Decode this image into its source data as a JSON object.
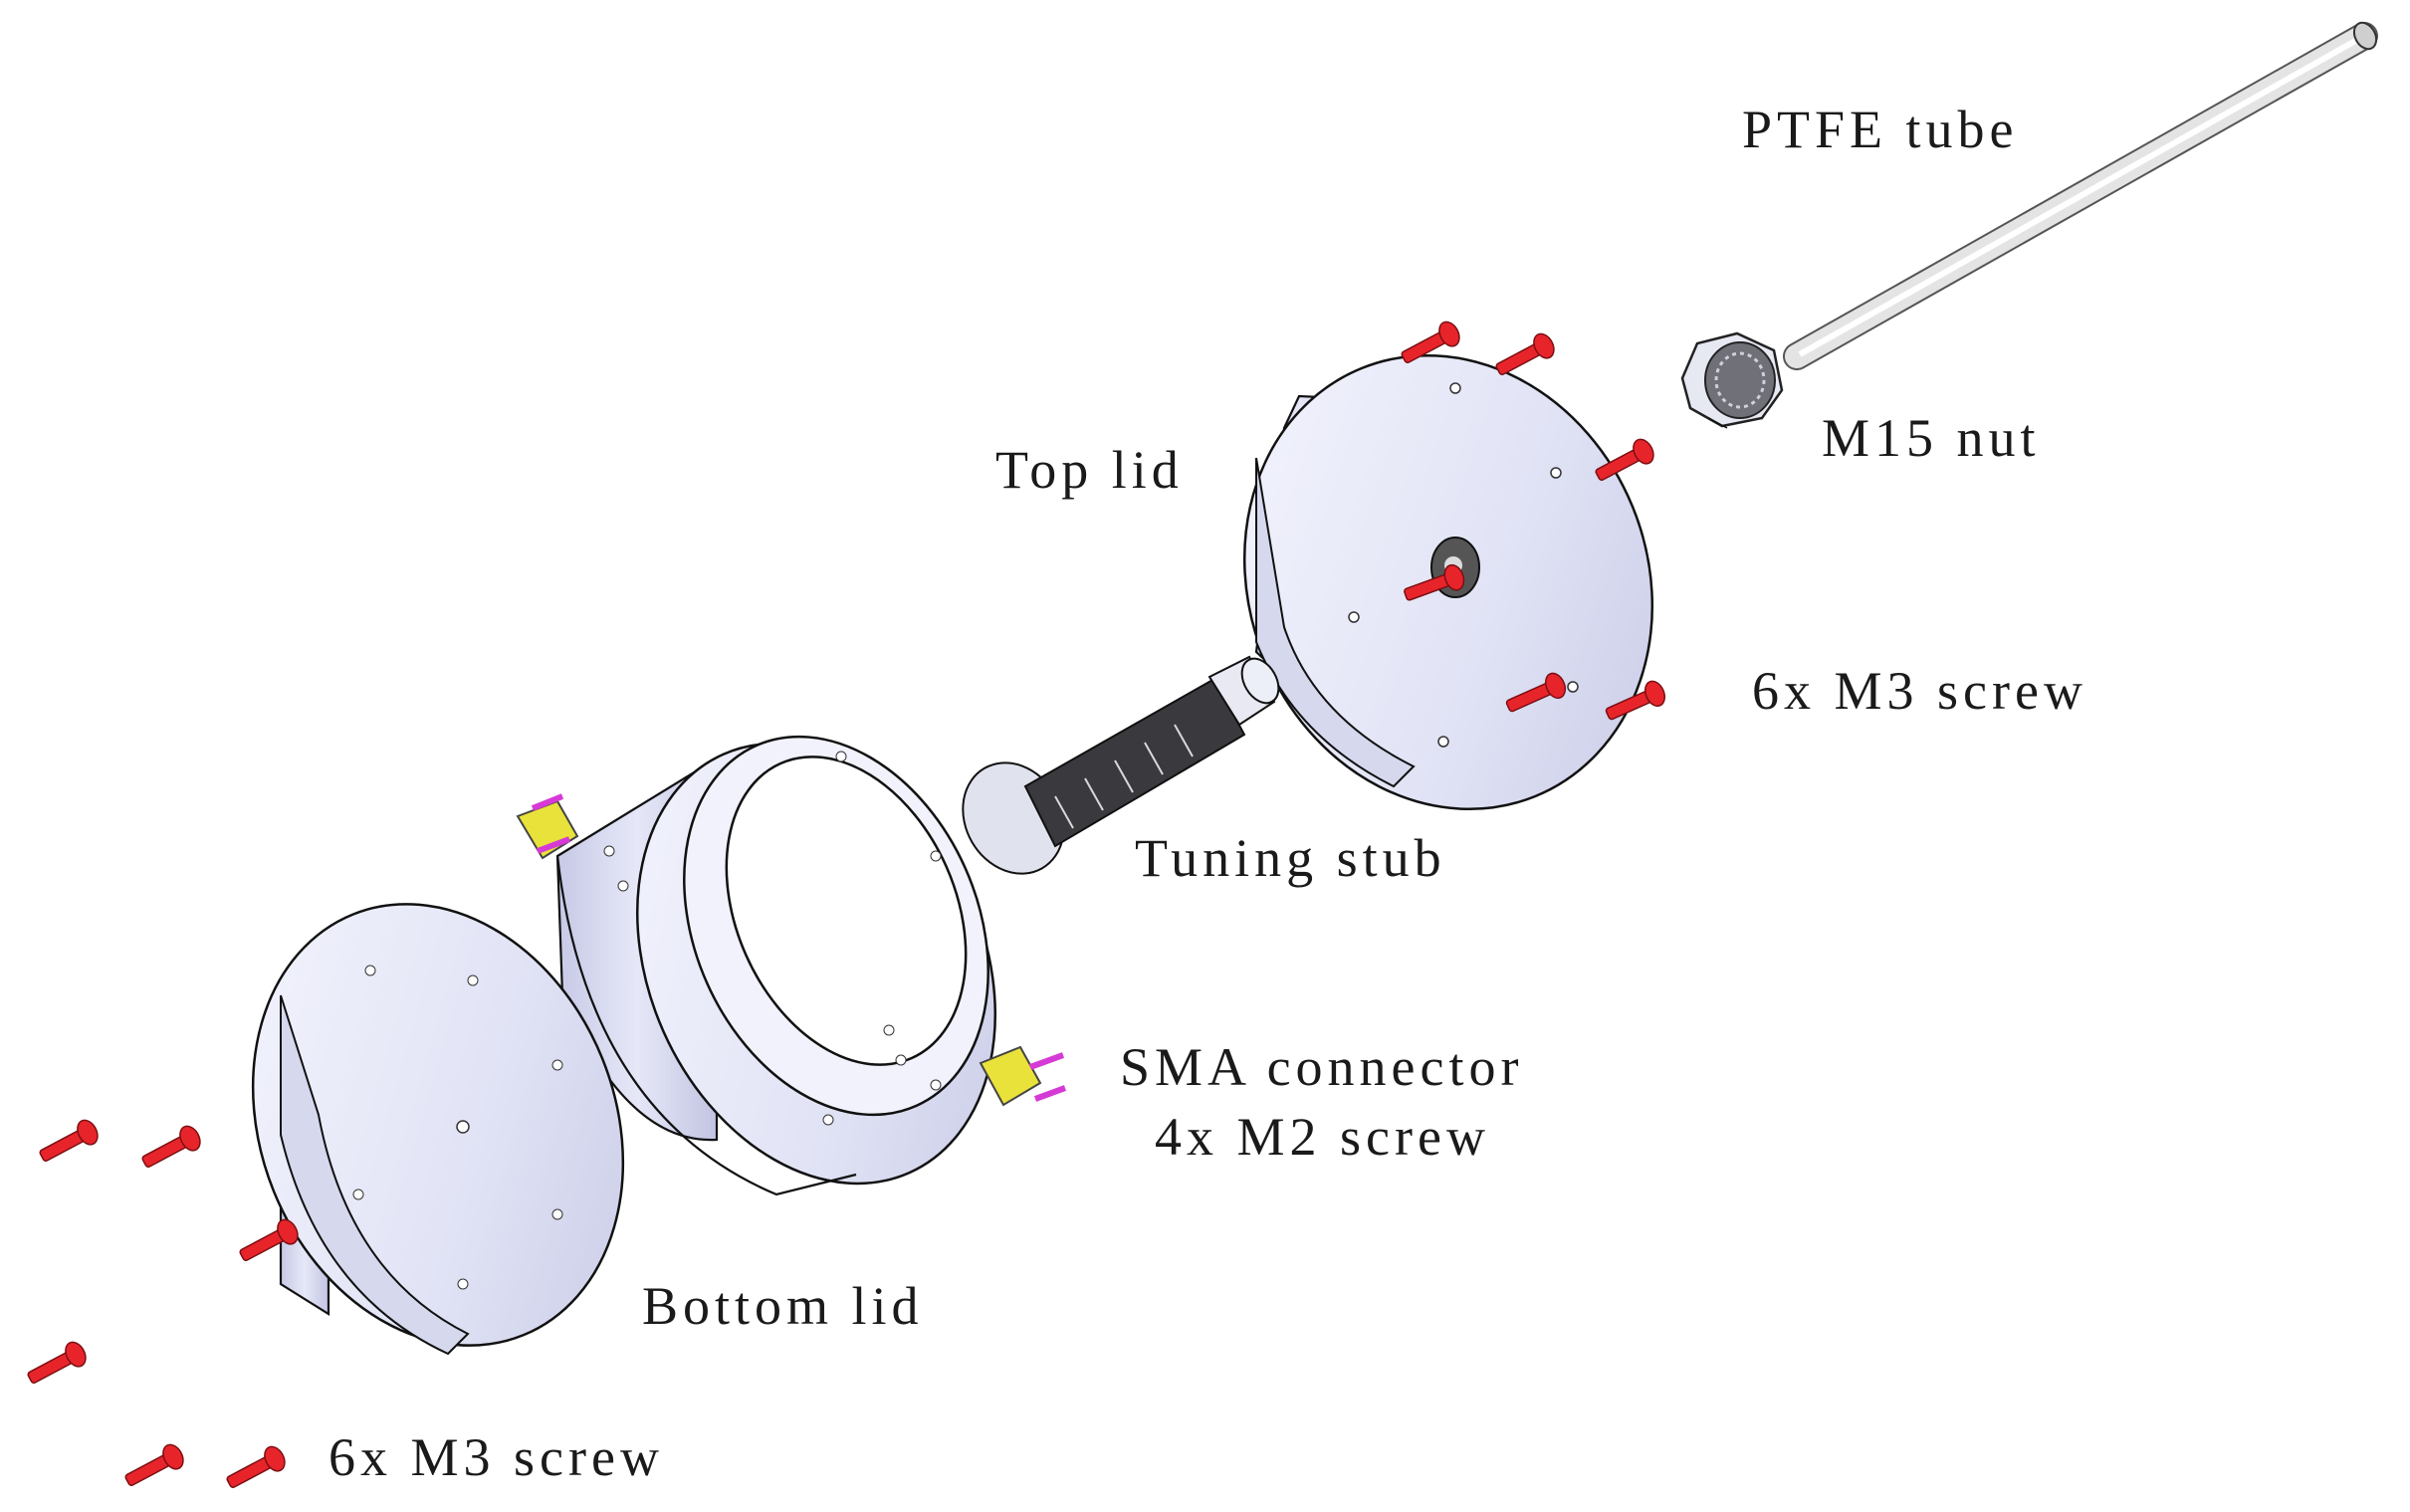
{
  "figure": {
    "type": "exploded-assembly-view",
    "labels": {
      "ptfe_tube": "PTFE tube",
      "m15_nut": "M15 nut",
      "top_lid": "Top lid",
      "screws_top": "6x M3 screw",
      "tuning_stub": "Tuning stub",
      "sma_connector": "SMA connector",
      "m2_screws": "4x M2 screw",
      "bottom_lid": "Bottom lid",
      "screws_bottom": "6x M3 screw"
    },
    "colors": {
      "metal_light": "#eef0fb",
      "metal_mid": "#d4d6ec",
      "metal_dark": "#b8bad8",
      "screw": "#e8242b",
      "connector": "#e9e23a",
      "m2_screw": "#d63ad6",
      "hole": "#9a9a9a",
      "outline": "#111111"
    }
  }
}
